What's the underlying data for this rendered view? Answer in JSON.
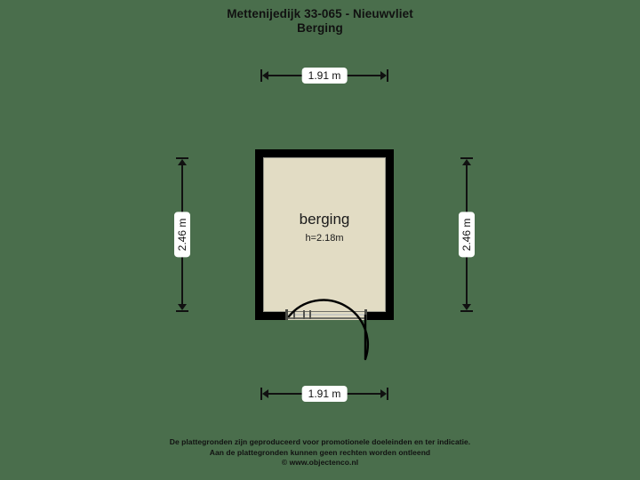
{
  "header": {
    "title_line1": "Mettenijedijk 33-065 - Nieuwvliet",
    "title_line2": "Berging"
  },
  "plan": {
    "room": {
      "name": "berging",
      "height_label": "h=2.18m"
    },
    "door": {
      "icon": "door-swing-arc"
    }
  },
  "dimensions": {
    "top": {
      "label": "1.91 m"
    },
    "bottom": {
      "label": "1.91 m"
    },
    "left": {
      "label": "2.46 m"
    },
    "right": {
      "label": "2.46 m"
    }
  },
  "footer": {
    "line1": "De plattegronden zijn geproduceerd voor promotionele doeleinden en ter indicatie.",
    "line2": "Aan de plattegronden kunnen geen rechten worden ontleend",
    "line3": "© www.objectenco.nl"
  },
  "colors": {
    "background": "#4a6e4c",
    "wall": "#000000",
    "room_fill": "#e2dcc4",
    "text": "#111111",
    "dim_label_bg": "#ffffff"
  }
}
